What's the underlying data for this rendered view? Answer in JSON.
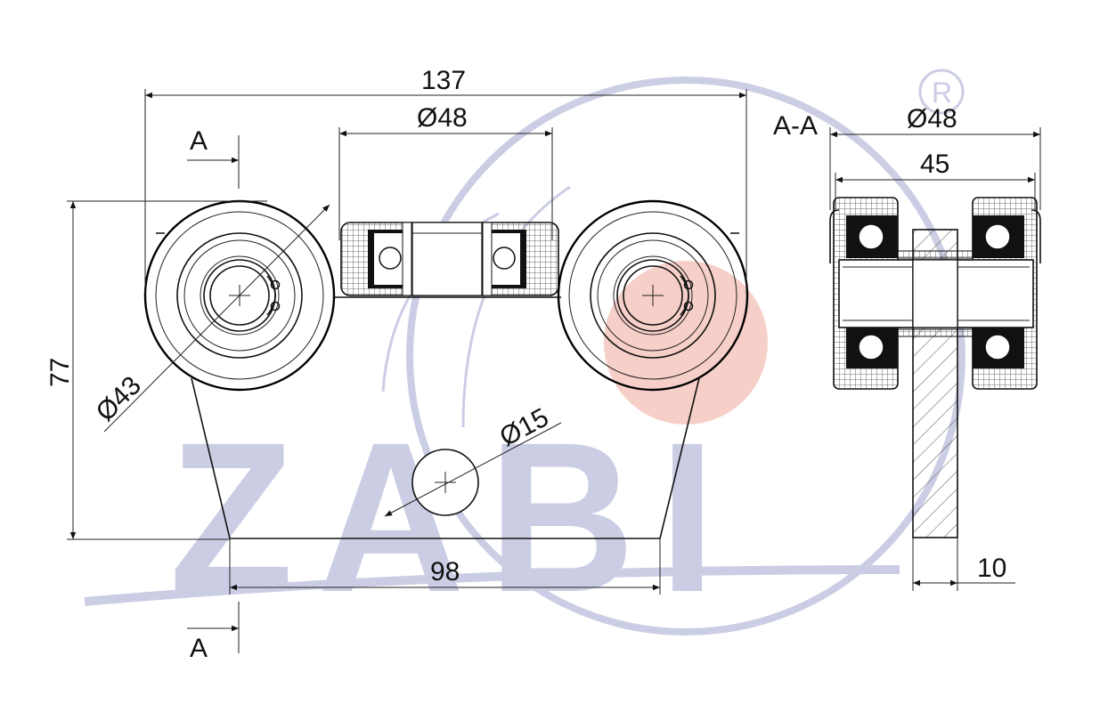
{
  "labels": {
    "dim_total_width": "137",
    "dim_center_wheel_diameter": "Ø48",
    "dim_height": "77",
    "dim_wheel_diameter": "Ø43",
    "dim_hole_diameter": "Ø15",
    "dim_base_width": "98",
    "section_marker_top": "A",
    "section_marker_bottom": "A",
    "section_title": "A-A",
    "dim_section_diameter": "Ø48",
    "dim_section_width": "45",
    "dim_plate_thickness": "10",
    "registered_mark": "R",
    "watermark": "ZABI"
  },
  "colors": {
    "line": "#111111",
    "watermark_blue": "#c9cbe3",
    "watermark_red": "#f6cdc6",
    "hatch_fill": "#dcdcdc",
    "bearing_ball": "#ffffff"
  }
}
